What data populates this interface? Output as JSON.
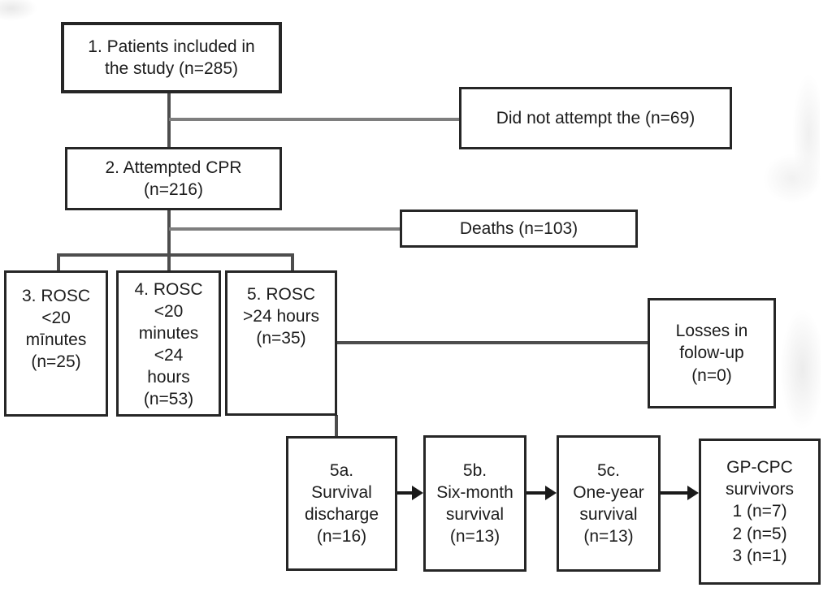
{
  "diagram_type": "patient-flow-chart",
  "boxes": {
    "patients_included": {
      "lines": [
        "1. Patients included in",
        "the study (n=285)"
      ]
    },
    "did_not_attempt": {
      "lines": [
        "Did not attempt the (n=69)"
      ]
    },
    "attempted_cpr": {
      "lines": [
        "2. Attempted CPR",
        "(n=216)"
      ]
    },
    "deaths": {
      "lines": [
        "Deaths (n=103)"
      ]
    },
    "rosc_under_20min": {
      "lines": [
        "3. ROSC",
        "<20",
        "mīnutes",
        "(n=25)"
      ]
    },
    "rosc_20min_24h": {
      "lines": [
        "4. ROSC",
        "<20",
        "minutes",
        "<24",
        "hours",
        "(n=53)"
      ]
    },
    "rosc_over_24h": {
      "lines": [
        "5. ROSC",
        ">24 hours",
        "(n=35)"
      ]
    },
    "losses_followup": {
      "lines": [
        "Losses in",
        "folow-up",
        "(n=0)"
      ]
    },
    "survival_discharge": {
      "lines": [
        "5a.",
        "Survival",
        "discharge",
        "(n=16)"
      ]
    },
    "six_month_survival": {
      "lines": [
        "5b.",
        "Six-month",
        "survival",
        "(n=13)"
      ]
    },
    "one_year_survival": {
      "lines": [
        "5c.",
        "One-year",
        "survival",
        "(n=13)"
      ]
    },
    "gp_cpc_survivors": {
      "lines": [
        "GP-CPC",
        "survivors",
        "1 (n=7)",
        "2 (n=5)",
        "3 (n=1)"
      ]
    }
  },
  "colors": {
    "background": "#ffffff",
    "box_border": "#262626",
    "text": "#1c1c1c",
    "connector": "#4d4d4d",
    "connector_light": "#7e7e7e",
    "arrow": "#1a1a1a"
  }
}
